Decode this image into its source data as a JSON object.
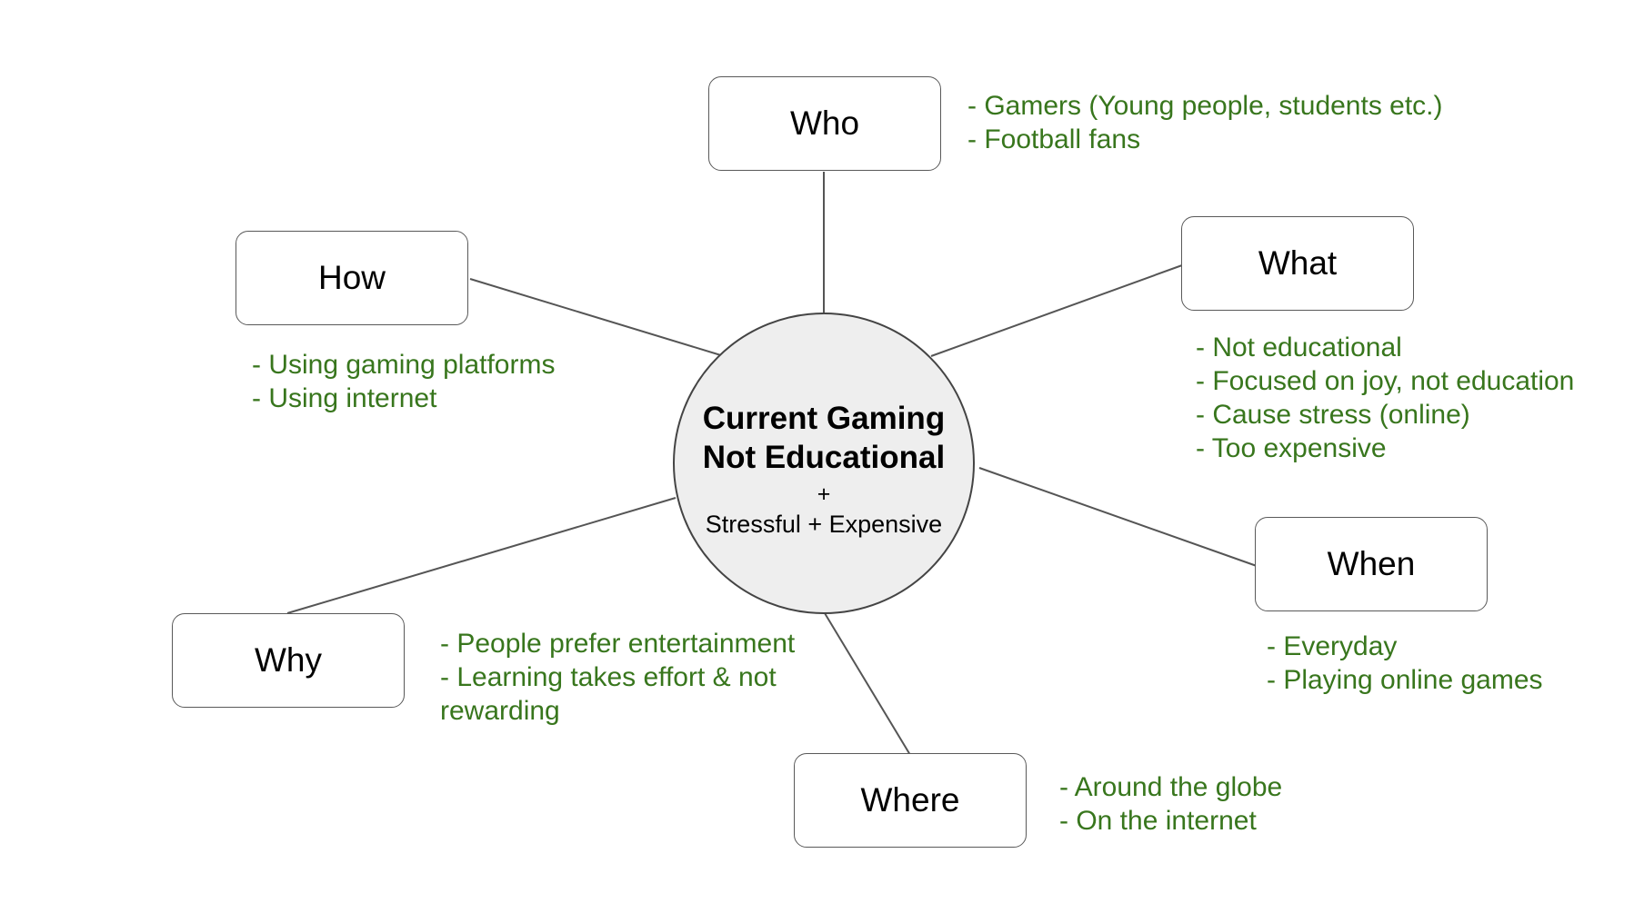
{
  "center": {
    "title_line_1": "Current Gaming",
    "title_line_2": "Not Educational",
    "plus": "+",
    "subtitle": "Stressful + Expensive",
    "fill_color": "#eeeeee"
  },
  "nodes": {
    "who": {
      "label": "Who",
      "notes": [
        "- Gamers (Young people, students etc.)",
        "- Football fans"
      ]
    },
    "what": {
      "label": "What",
      "notes": [
        "- Not educational",
        "- Focused on joy, not education",
        "- Cause stress (online)",
        "- Too expensive"
      ]
    },
    "how": {
      "label": "How",
      "notes": [
        "- Using gaming platforms",
        "- Using internet"
      ]
    },
    "when": {
      "label": "When",
      "notes": [
        "- Everyday",
        "- Playing online games"
      ]
    },
    "why": {
      "label": "Why",
      "notes": [
        "- People prefer entertainment",
        "- Learning takes effort & not",
        "rewarding"
      ]
    },
    "where": {
      "label": "Where",
      "notes": [
        "- Around the globe",
        "- On the internet"
      ]
    }
  },
  "colors": {
    "note_text": "#38761d",
    "box_border": "#595959",
    "connector": "#555555"
  }
}
